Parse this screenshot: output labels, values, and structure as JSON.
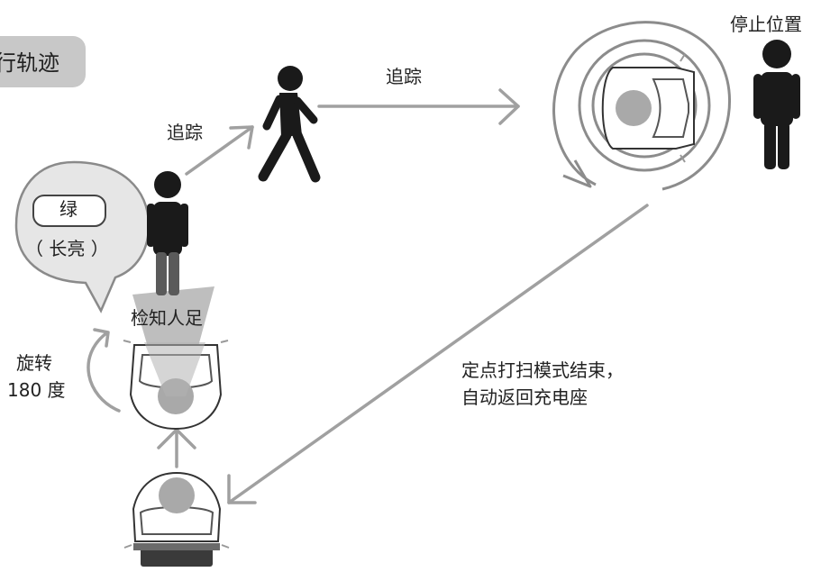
{
  "title_tab": "行轨迹",
  "stop_label": "停止位置",
  "track_label_1": "追踪",
  "track_label_2": "追踪",
  "bubble_color": "绿",
  "bubble_state": "（ 长亮 ）",
  "detect_label": "检知人足",
  "rotate_label_line1": "旋转",
  "rotate_label_line2": "180 度",
  "end_text_line1": "定点打扫模式结束，",
  "end_text_line2": "自动返回充电座",
  "colors": {
    "figure": "#1a1a1a",
    "arrow": "#9a9a9a",
    "cone": "#b0b0b0",
    "tab_bg": "#c8c8c8"
  }
}
